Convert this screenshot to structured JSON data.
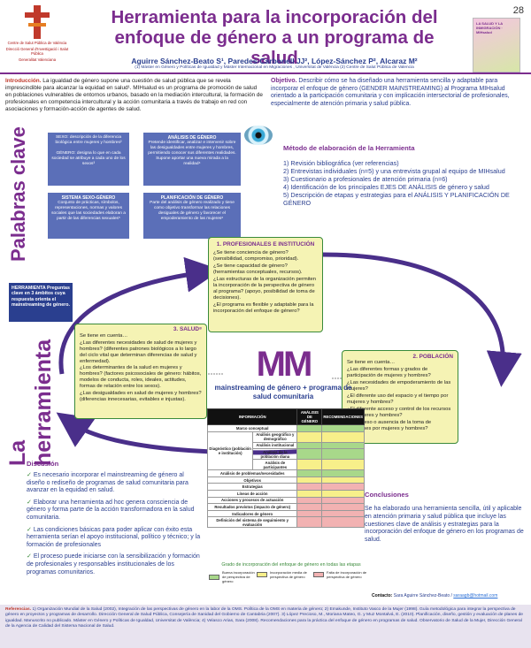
{
  "page_number": "28",
  "logo": {
    "line1": "Centre de Salut Pública de València",
    "line2": "Direcció General d'Investigació i Salut Pública",
    "line3": "Generalitat Valenciana"
  },
  "title": "Herramienta para la incorporación del enfoque de género a un programa de salud",
  "authors": "Aguirre Sánchez-Beato S¹, Paredes-Carbonell JJ², López-Sánchez P², Alcaraz M²",
  "affiliation": "(1) Máster en Género y Políticas de Igualdad y Máster Internacional en Migraciones , Universitat de València (2) Centre de Salut Pública de Valencia",
  "cover_thumb": "LA SALUD Y LA INMIGRACIÓN · MIHsalud",
  "intro": {
    "lead": "Introducción.",
    "text": " La igualdad de género supone una cuestión de salud pública que se revela imprescindible para alcanzar la equidad en salud¹. MIHsalud es un programa de promoción de salud en poblaciones vulnerables de entornos urbanos, basado en la mediación intercultural, la formación de profesionales en competencia intercultural y la acción comunitaria a través de trabajo en red con asociaciones y formación-acción de agentes de salud."
  },
  "objective": {
    "lead": "Objetivo.",
    "text": " Describir cómo se ha diseñado una herramienta sencilla y adaptable para incorporar el enfoque de género (GENDER MAINSTREAMING) al Programa MIHsalud orientado a la participación comunitaria y con implicación intersectorial de profesionales, especialmente de atención primaria y salud pública."
  },
  "labels": {
    "palabras_clave": "Palabras clave",
    "herramienta": "La herramienta"
  },
  "keywords": {
    "sexo": {
      "title": "SEXO: descripción de la diferencia biológica entre mujeres y hombres²",
      "text": "GÉNERO: designa lo que en cada sociedad se atribuye a cada uno de los sexos³"
    },
    "analisis": {
      "title": "ANÁLISIS DE GÉNERO",
      "text": "Pretende identificar, analizar e intervenir sobre las desigualdades entre mujeres y hombres, permitiendo conocer sus diferentes realidades. Supone aportar una nueva mirada a la realidad⁴"
    },
    "sistema": {
      "title": "SISTEMA SEXO-GÉNERO",
      "text": "Conjunto de prácticas, símbolos, representaciones, normas y valores sociales que las sociedades elaboran a partir de las diferencias sexuales⁵"
    },
    "planificacion": {
      "title": "PLANIFICACIÓN DE GÉNERO",
      "text": "Parte del análisis de género realizado y tiene como objetivo transformar las relaciones desiguales de género y favorecer el empoderamiento de las mujeres⁶"
    }
  },
  "method": {
    "title": "Método de elaboración de la Herramienta",
    "steps": [
      "1) Revisión bibliográfica (ver referencias)",
      "2) Entrevistas individuales (n=5) y una entrevista grupal al equipo de MIHsalud",
      "3) Cuestionario a profesionales de atención primaria (n=6)",
      "4) Identificación de los principales EJES DE ANÁLISIS de género y salud",
      "5) Descripción de etapas y estrategias para el ANÁLISIS Y PLANIFICACIÓN DE GÉNERO"
    ]
  },
  "herramienta_box": "HERRAMIENTA Preguntas clave en 3 ámbitos cuya respuesta orienta el mainstreaming de género.",
  "box_inst": {
    "title": "1. PROFESIONALES E INSTITUCIÓN",
    "q1": "¿Se tiene conciencia de género? (sensibilidad, compromiso, prioridad).",
    "q2": "¿Se tiene capacidad de género? (herramientas conceptuales, recursos).",
    "q3": "¿Las estructuras de la organización permiten la incorporación de la perspectiva de género al programa? (apoyo, posibilidad de toma de decisiones).",
    "q4": "¿El programa es flexible y adaptable para la incorporación del enfoque de género?"
  },
  "box_salud": {
    "title": "3. SALUD⁸",
    "intro": "Se tiene en cuenta…",
    "q1": "¿Las diferentes necesidades de salud de mujeres y hombres? (diferentes patrones biológicos a lo largo del ciclo vital que determinan diferencias de salud y enfermedad).",
    "q2": "¿Los determinantes de la salud en mujeres y hombres? (factores psicosociales de género: hábitos, modelos de conducta, roles, ideales, actitudes, formas de relación entre los sexos).",
    "q3": "¿Las desigualdades en salud de mujeres y hombres? (diferencias innecesarias, evitables e injustas)."
  },
  "box_poblacion": {
    "title": "2. POBLACIÓN",
    "intro": "Se tiene en cuenta…",
    "q1": "¿Las diferentes formas y grados de participación de mujeres y hombres?",
    "q2": "¿Las necesidades de empoderamiento de las mujeres?",
    "q3": "¿El diferente uso del espacio y el tiempo por mujeres y hombres?",
    "q4": "¿El diferente acceso y control de los recursos por mujeres y hombres?",
    "q5": "¿El acceso o ausencia de la toma de decisiones por mujeres y hombres?"
  },
  "mm": {
    "logo": "MM",
    "caption": "mainstreaming de género + programa de salud comunitaria"
  },
  "table": {
    "headers": [
      "INFORMACIÓN",
      "ANÁLISIS DE GÉNERO",
      "RECOMENDACIONES"
    ],
    "rows": [
      "Marco conceptual",
      "Análisis geográfico y demográfico",
      "Análisis institucional",
      "Análisis de la población diana",
      "Análisis de participantes",
      "Análisis de problemas/necesidades",
      "Objetivos",
      "Estrategias",
      "Líneas de acción",
      "Acciones y procesos de actuación",
      "Resultados previstos (impacto de género)",
      "Indicadores de género",
      "Definición del sistema de seguimiento y evaluación"
    ],
    "group_label": "Diagnóstico (población e institución)"
  },
  "grade": {
    "title": "Grado de incorporación del enfoque de género en todas las etapas",
    "legend": [
      {
        "label": "Buena incorporación de perspectiva de género",
        "color": "#a8d88a"
      },
      {
        "label": "Incorporación media de perspectiva de género",
        "color": "#f7ef8a"
      },
      {
        "label": "Falta de incorporación de perspectiva de género",
        "color": "#f2b2b2"
      }
    ]
  },
  "discussion": {
    "title": "Discusión",
    "items": [
      "Es necesario incorporar el mainstreaming de género al diseño o rediseño de programas de salud comunitaria para avanzar en la equidad en salud.",
      "Elaborar una herramienta ad hoc genera consciencia de género y forma parte de la acción transformadora en la salud comunitaria.",
      "Las condiciones básicas para poder aplicar con éxito esta herramienta serían el apoyo institucional, político y técnico; y la formación de profesionales",
      "El proceso puede iniciarse con la sensibilización y formación de profesionales y responsables institucionales de los programas comunitarios."
    ]
  },
  "conclusions": {
    "title": "Conclusiones",
    "text": "Se ha elaborado una herramienta sencilla, útil y aplicable en atención primaria y salud pública que incluye las cuestiones clave de análisis y estrategias para la incorporación del enfoque de género en los programas de salud."
  },
  "contact": {
    "label": "Contacto:",
    "name": " Sara Aguirre Sánchez-Beato / ",
    "email": "saraagb@hotmail.com"
  },
  "references": {
    "lead": "Referencias.",
    "text": " 1) Organización Mundial de la Salud (2002), Integración de las perspectivas de género en la labor de la OMS. Política de la OMS en materia de género; 2) Emakunde, Instituto Vasco de la Mujer (1998). Guía metodológica para integrar la perspectiva de género en proyectos y programas de desarrollo. Dirección General de Salud Pública, Consejería de Sanidad del Gobierno de Cantabria (2007). 3) López Precioso, M., Moriana Mateo, G. y Muz Montalvá, E. (2010). Planificación, diseño, gestión y evaluación de planes de igualdad. Manuscrito no publicado. Máster en Género y Políticas de Igualdad, Universitat de València; 4) Velasco Arias, Sara (2008). Recomendaciones para la práctica del enfoque de género en programas de salud. Observatorio de Salud de la Mujer, Dirección General de la Agencia de Calidad del Sistema Nacional de Salud."
  }
}
